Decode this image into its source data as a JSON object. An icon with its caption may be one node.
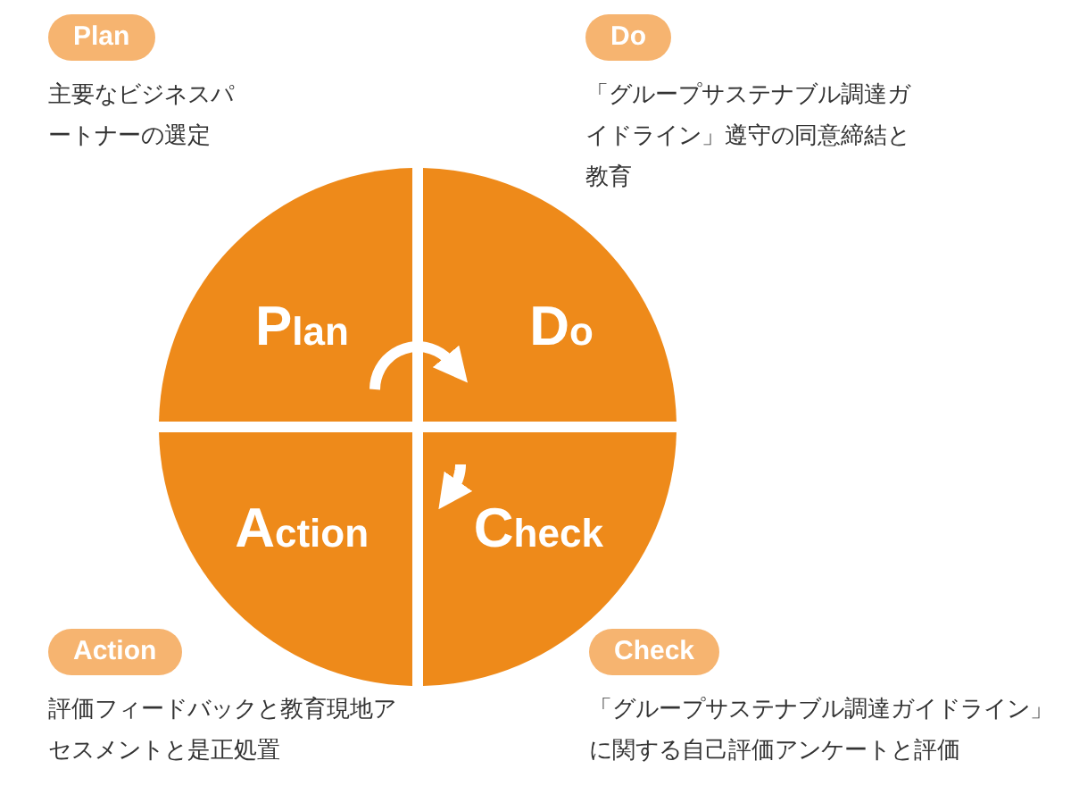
{
  "diagram": {
    "nodes": [
      {
        "text": [
          "Plan",
          "主要なビジネスパートナーの選定"
        ]
      },
      {
        "text": [
          "Do",
          "「グループサステナブル調達ガイドライン」遵守の同意締結と教育"
        ]
      },
      {
        "text": [
          "Plan"
        ]
      },
      {
        "text": [
          "Do"
        ]
      },
      {
        "text": [
          "Action"
        ]
      },
      {
        "text": [
          "Check"
        ]
      },
      {
        "text": [
          "Action",
          "評価フィードバックと教育現地アセスメントと是正処置"
        ]
      },
      {
        "text": [
          "Check",
          "「グループサステナブル調達ガイドライン」に関する自己評価アンケートと評価"
        ]
      }
    ],
    "edges": [
      {
        "from": 2,
        "to": 3,
        "arrow": "to"
      },
      {
        "from": 5,
        "to": 4,
        "arrow": "to"
      }
    ]
  }
}
